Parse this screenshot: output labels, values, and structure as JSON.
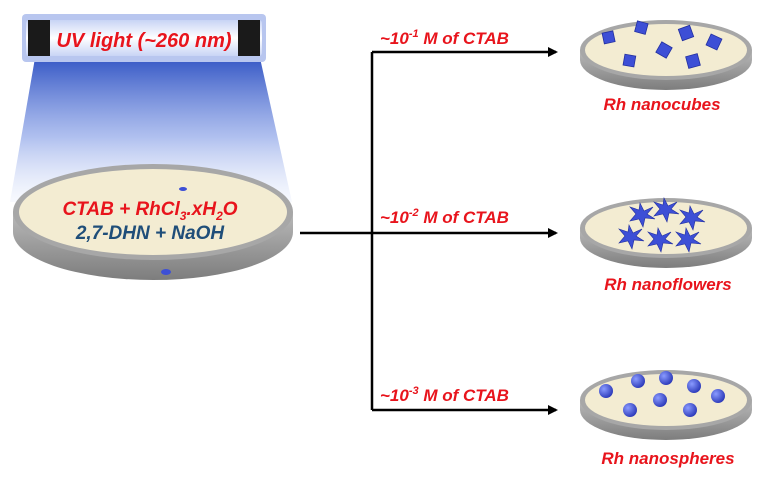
{
  "lamp": {
    "label": "UV light (~260 nm)"
  },
  "main_dish": {
    "line1_main": "CTAB + RhCl",
    "line1_sub3": "3",
    "line1_mid": ".xH",
    "line1_sub2": "2",
    "line1_end": "O",
    "line2": "2,7-DHN + NaOH"
  },
  "branches": [
    {
      "prefix": "~10",
      "exponent": "-1",
      "suffix": " M of CTAB",
      "product": "Rh nanocubes"
    },
    {
      "prefix": "~10",
      "exponent": "-2",
      "suffix": " M of CTAB",
      "product": "Rh nanoflowers"
    },
    {
      "prefix": "~10",
      "exponent": "-3",
      "suffix": " M of CTAB",
      "product": "Rh nanospheres"
    }
  ],
  "colors": {
    "label_red": "#e8141c",
    "label_blue": "#1f4e79",
    "particle_blue": "#3d4fd6",
    "dish_fill": "#f3ecd2",
    "dish_rim": "#9a9a9a"
  }
}
